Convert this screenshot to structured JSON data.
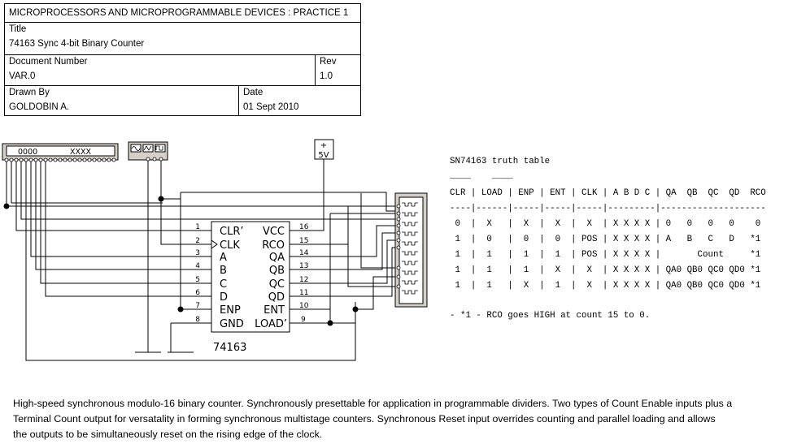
{
  "title_block": {
    "header": "MICROPROCESSORS AND MICROPROGRAMMABLE DEVICES : PRACTICE 1",
    "title_label": "Title",
    "title_value": "74163  Sync 4-bit Binary Counter",
    "docnum_label": "Document Number",
    "docnum_value": "VAR.0",
    "rev_label": "Rev",
    "rev_value": "1.0",
    "drawn_label": "Drawn By",
    "drawn_value": "GOLDOBIN A.",
    "date_label": "Date",
    "date_value": "01 Sept 2010"
  },
  "schematic": {
    "word_generator": {
      "left_value": "0000",
      "right_value": "XXXX"
    },
    "power_source": {
      "sign": "+",
      "label": "5V"
    },
    "chip": {
      "name": "74163",
      "left_pins": [
        {
          "num": "1",
          "label": "CLR’"
        },
        {
          "num": "2",
          "label": "CLK"
        },
        {
          "num": "3",
          "label": "A"
        },
        {
          "num": "4",
          "label": "B"
        },
        {
          "num": "5",
          "label": "C"
        },
        {
          "num": "6",
          "label": "D"
        },
        {
          "num": "7",
          "label": "ENP"
        },
        {
          "num": "8",
          "label": "GND"
        }
      ],
      "right_pins": [
        {
          "num": "16",
          "label": "VCC"
        },
        {
          "num": "15",
          "label": "RCO"
        },
        {
          "num": "14",
          "label": "QA"
        },
        {
          "num": "13",
          "label": "QB"
        },
        {
          "num": "12",
          "label": "QC"
        },
        {
          "num": "11",
          "label": "QD"
        },
        {
          "num": "10",
          "label": "ENT"
        },
        {
          "num": "9",
          "label": "LOAD’"
        }
      ]
    }
  },
  "truth_table": {
    "title": "SN74163 truth table",
    "overbars": "____    ____",
    "header": "CLR | LOAD | ENP | ENT | CLK | A B D C | QA  QB  QC  QD  RCO",
    "separator": "----|------|-----|-----|-----|---------|--------------------",
    "rows": [
      " 0  |  X   |  X  |  X  |  X  | X X X X | 0   0   0   0    0",
      " 1  |  0   |  0  |  0  | POS | X X X X | A   B   C   D   *1",
      " 1  |  1   |  1  |  1  | POS | X X X X |       Count     *1",
      " 1  |  1   |  1  |  X  |  X  | X X X X | QA0 QB0 QC0 QD0 *1",
      " 1  |  1   |  X  |  1  |  X  | X X X X | QA0 QB0 QC0 QD0 *1"
    ],
    "footnote": "- *1 - RCO goes HIGH at count 15 to 0."
  },
  "description": [
    "High-speed synchronous modulo-16 binary counter. Synchronously presettable for application in programmable dividers. Two types of Count Enable inputs plus a",
    "Terminal Count output for versatality in forming synchronous multistage counters. Synchronous Reset input overrides counting and parallel loading and allows",
    "the outputs to be simultaneously reset on the rising edge of the clock."
  ]
}
